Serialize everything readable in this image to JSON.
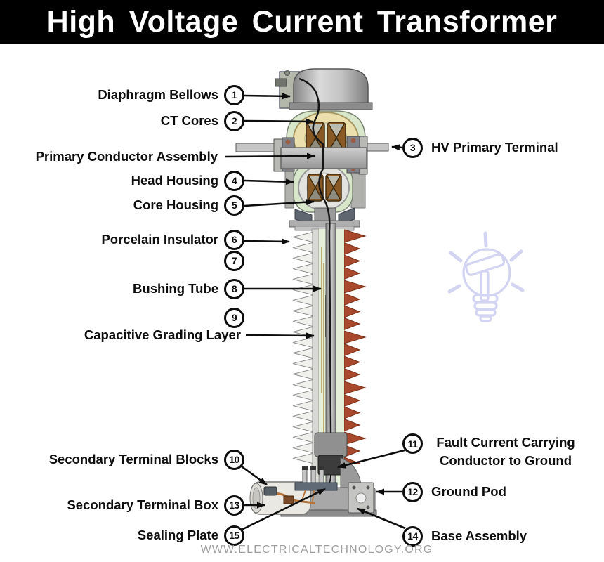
{
  "header": {
    "title": "High Voltage Current Transformer",
    "bg_color": "#000000",
    "text_color": "#ffffff"
  },
  "footer": {
    "website": "WWW.ELECTRICALTECHNOLOGY.ORG"
  },
  "watermark": {
    "icon": "lightbulb-hammer-logo",
    "color": "#d3d3f2"
  },
  "diagram": {
    "subject": "High voltage current transformer sectional view",
    "colors": {
      "housing_green": "#d8e6ca",
      "interior_green": "#e4eed9",
      "core_ring_cream": "#ecdfae",
      "core_brown": "#8a5a26",
      "metal_gray": "#b0b0b0",
      "porcelain_white": "#f0f0ed",
      "shed_red": "#a8492e",
      "copper": "#b5733a",
      "sealing_dark": "#5f6a76",
      "leader_black": "#0d0d0d"
    },
    "labels_left": [
      {
        "number": "1",
        "text": "Diaphragm Bellows"
      },
      {
        "number": "2",
        "text": "CT Cores"
      },
      {
        "number": "",
        "text": "Primary Conductor Assembly"
      },
      {
        "number": "4",
        "text": "Head Housing"
      },
      {
        "number": "5",
        "text": "Core Housing"
      },
      {
        "number": "6",
        "text": "Porcelain Insulator"
      },
      {
        "number": "7",
        "text": ""
      },
      {
        "number": "8",
        "text": "Bushing Tube"
      },
      {
        "number": "9",
        "text": ""
      },
      {
        "number": "",
        "text": "Capacitive Grading Layer"
      },
      {
        "number": "10",
        "text": "Secondary Terminal Blocks"
      },
      {
        "number": "13",
        "text": "Secondary Terminal Box"
      },
      {
        "number": "15",
        "text": "Sealing Plate"
      }
    ],
    "labels_right": [
      {
        "number": "3",
        "text": "HV Primary Terminal"
      },
      {
        "number": "11",
        "text": "Fault Current Carrying Conductor to Ground"
      },
      {
        "number": "12",
        "text": "Ground Pod"
      },
      {
        "number": "14",
        "text": "Base Assembly"
      }
    ]
  }
}
